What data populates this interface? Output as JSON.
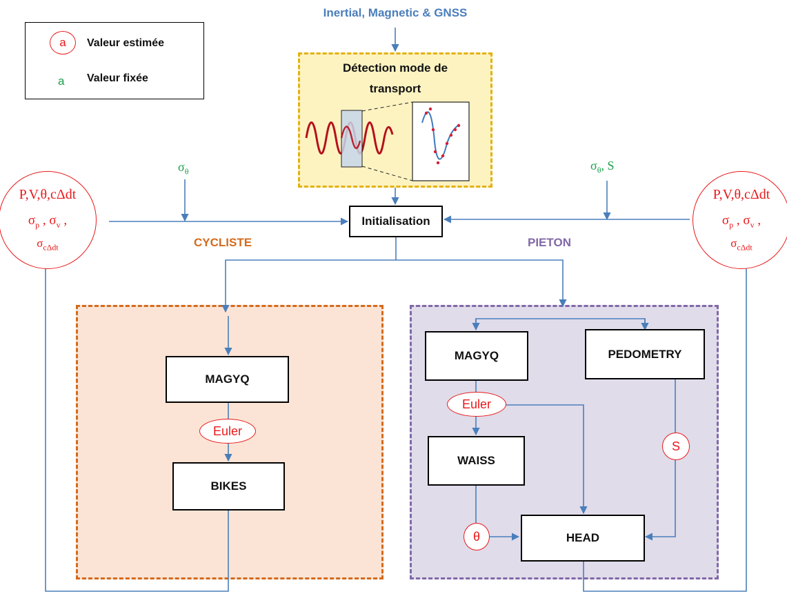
{
  "source_label": "Inertial, Magnetic & GNSS",
  "legend": {
    "estimated_symbol": "a",
    "estimated_label": "Valeur estimée",
    "fixed_symbol": "a",
    "fixed_label": "Valeur fixée"
  },
  "detection": {
    "title_line1": "Détection mode de",
    "title_line2": "transport"
  },
  "init_label": "Initialisation",
  "sigma_left": {
    "symbol": "σ",
    "subscript": "θ"
  },
  "sigma_right": {
    "symbol": "σ",
    "subscript": "θ",
    "suffix": ", S"
  },
  "state_circle": {
    "line1": "P,V,θ,cΔdt",
    "s1": "σ",
    "s1_sub": "p",
    "sep1": " , ",
    "s2": "σ",
    "s2_sub": "v",
    "sep2": " ,",
    "s3": "σ",
    "s3_sub": "cΔdt"
  },
  "zones": {
    "cyclist_label": "CYCLISTE",
    "pedestrian_label": "PIETON"
  },
  "cyclist": {
    "magyq": "MAGYQ",
    "euler": "Euler",
    "bikes": "BIKES"
  },
  "pedestrian": {
    "magyq": "MAGYQ",
    "pedometry": "PEDOMETRY",
    "euler": "Euler",
    "waiss": "WAISS",
    "theta": "θ",
    "s": "S",
    "head": "HEAD"
  },
  "colors": {
    "arrow": "#4a7ebb",
    "estimated": "#e8191b",
    "fixed": "#1a9e4a",
    "cyclist": "#d46a1c",
    "pedestrian": "#8068a8",
    "detection": "#e3b10f"
  }
}
